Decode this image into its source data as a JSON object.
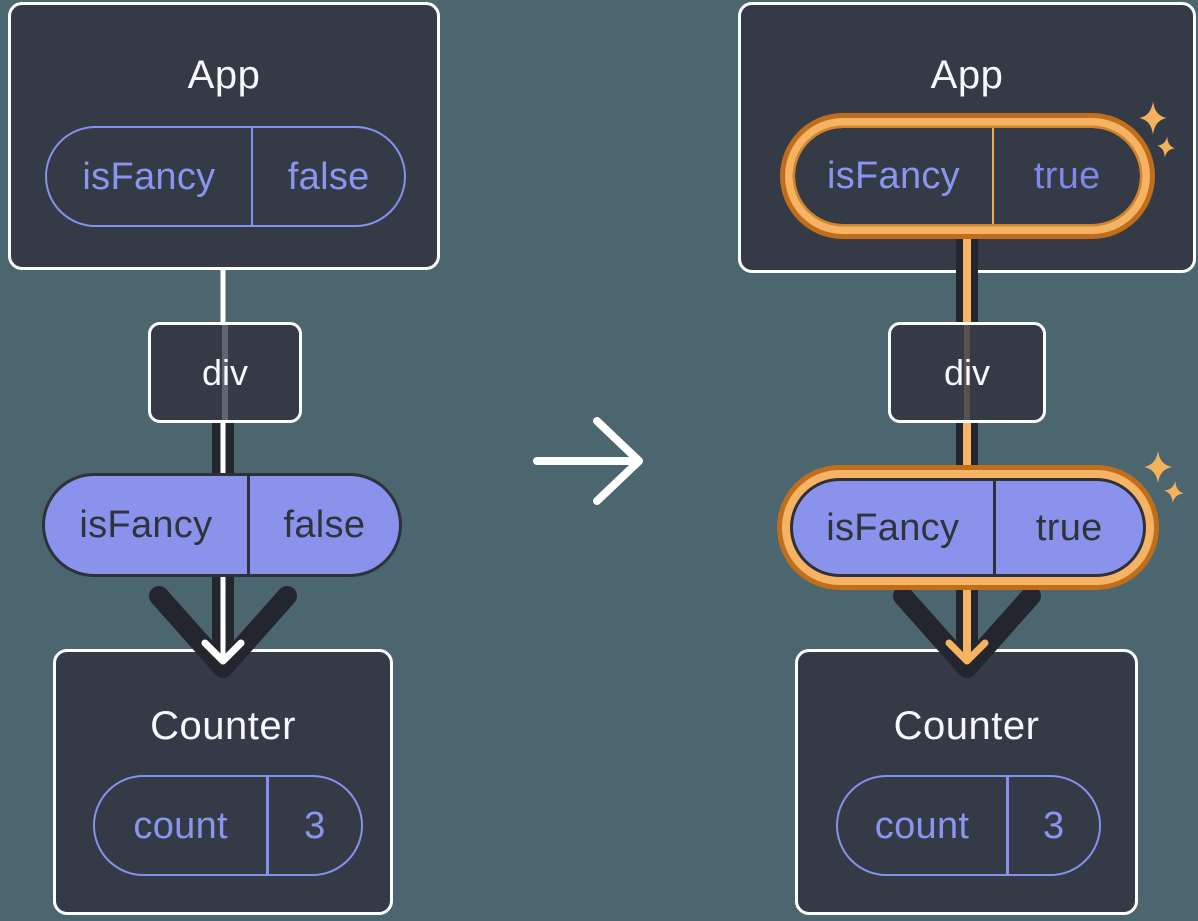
{
  "colors": {
    "background": "#4C6670",
    "card_background": "#343A46",
    "card_border": "#FFFFFF",
    "purple_fill": "#8B92EB",
    "purple_outline": "#8491EE",
    "purple_text": "#8995EF",
    "dark_text": "#2F333C",
    "arrow_dark": "#23262E",
    "white": "#FFFFFF",
    "highlight_orange_light": "#F7B364",
    "highlight_orange_dark": "#C06D1C",
    "sparkle": "#F5B15C"
  },
  "before": {
    "app": {
      "title": "App",
      "prop": {
        "name": "isFancy",
        "value": "false"
      }
    },
    "container": {
      "label": "div"
    },
    "passed_prop": {
      "name": "isFancy",
      "value": "false"
    },
    "counter": {
      "title": "Counter",
      "state": {
        "name": "count",
        "value": "3"
      }
    }
  },
  "after": {
    "app": {
      "title": "App",
      "prop": {
        "name": "isFancy",
        "value": "true"
      }
    },
    "container": {
      "label": "div"
    },
    "passed_prop": {
      "name": "isFancy",
      "value": "true"
    },
    "counter": {
      "title": "Counter",
      "state": {
        "name": "count",
        "value": "3"
      }
    }
  },
  "icons": {
    "transition": "arrow-right-icon",
    "flow": "arrow-down-icon",
    "highlight": "sparkle-icon"
  }
}
